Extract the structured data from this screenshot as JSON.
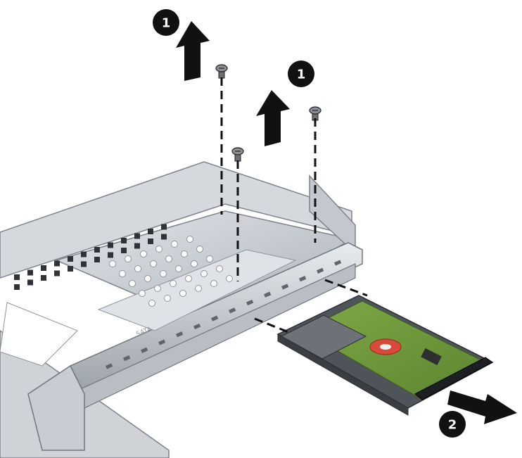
{
  "steps": [
    {
      "number": "1",
      "action": "remove-screws-upward"
    },
    {
      "number": "1",
      "action": "remove-screws-upward"
    },
    {
      "number": "2",
      "action": "slide-drive-out"
    }
  ],
  "etched_label": "SATA",
  "colors": {
    "cage_metal": "#c9ced4",
    "cage_shadow": "#8d949c",
    "pcb_green": "#6f9a3a",
    "drive_body": "#555a60",
    "arrow_black": "#111111",
    "dashed_line": "#111111",
    "badge_black": "#111111"
  }
}
